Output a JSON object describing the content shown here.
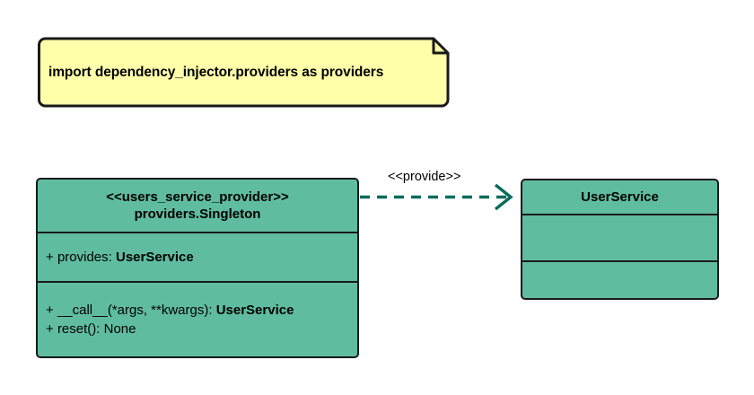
{
  "diagram": {
    "type": "uml-class-diagram",
    "background": "#ffffff",
    "colors": {
      "note_fill": "#FFFFAA",
      "class_fill": "#5FBCA0",
      "border": "#1A1A1A",
      "connector": "#0A6B5C"
    }
  },
  "note": {
    "text": "import dependency_injector.providers as providers"
  },
  "provider_class": {
    "stereotype": "<<users_service_provider>>",
    "name": "providers.Singleton",
    "attributes": [
      {
        "visibility": "+",
        "label": "provides: ",
        "type": "UserService"
      }
    ],
    "methods": [
      {
        "visibility": "+",
        "label": "__call__(*args, **kwargs): ",
        "type": "UserService"
      },
      {
        "visibility": "+",
        "label": "reset(): None",
        "type": ""
      }
    ]
  },
  "service_class": {
    "name": "UserService",
    "attributes": [],
    "methods": []
  },
  "connector": {
    "label": "<<provide>>",
    "style": "dashed",
    "arrow": "open",
    "from": "users_service_provider",
    "to": "UserService"
  }
}
